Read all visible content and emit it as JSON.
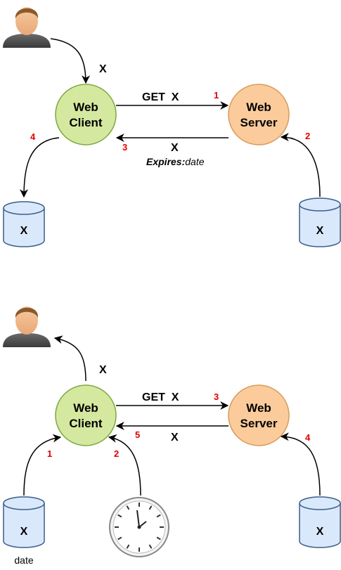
{
  "colors": {
    "client_fill": "#d5e8a0",
    "client_stroke": "#7da83f",
    "server_fill": "#fbcb9b",
    "server_stroke": "#d79b5a",
    "cache_fill": "#dae8fc",
    "cache_stroke": "#3a5f8a",
    "step_number": "#e00000"
  },
  "diagram1": {
    "client": {
      "line1": "Web",
      "line2": "Client"
    },
    "server": {
      "line1": "Web",
      "line2": "Server"
    },
    "user_to_client_label": "X",
    "request_label": "GET  X",
    "response_label": "X",
    "expires_key": "Expires:",
    "expires_value": "date",
    "client_cache_label": "X",
    "server_store_label": "X",
    "steps": {
      "request": "1",
      "server_read": "2",
      "response": "3",
      "client_store": "4"
    }
  },
  "diagram2": {
    "client": {
      "line1": "Web",
      "line2": "Client"
    },
    "server": {
      "line1": "Web",
      "line2": "Server"
    },
    "client_to_user_label": "X",
    "request_label": "GET  X",
    "response_label": "X",
    "client_cache_label": "X",
    "client_cache_caption": "date",
    "server_store_label": "X",
    "steps": {
      "cache_read": "1",
      "clock_check": "2",
      "request": "3",
      "server_read": "4",
      "response": "5"
    }
  }
}
